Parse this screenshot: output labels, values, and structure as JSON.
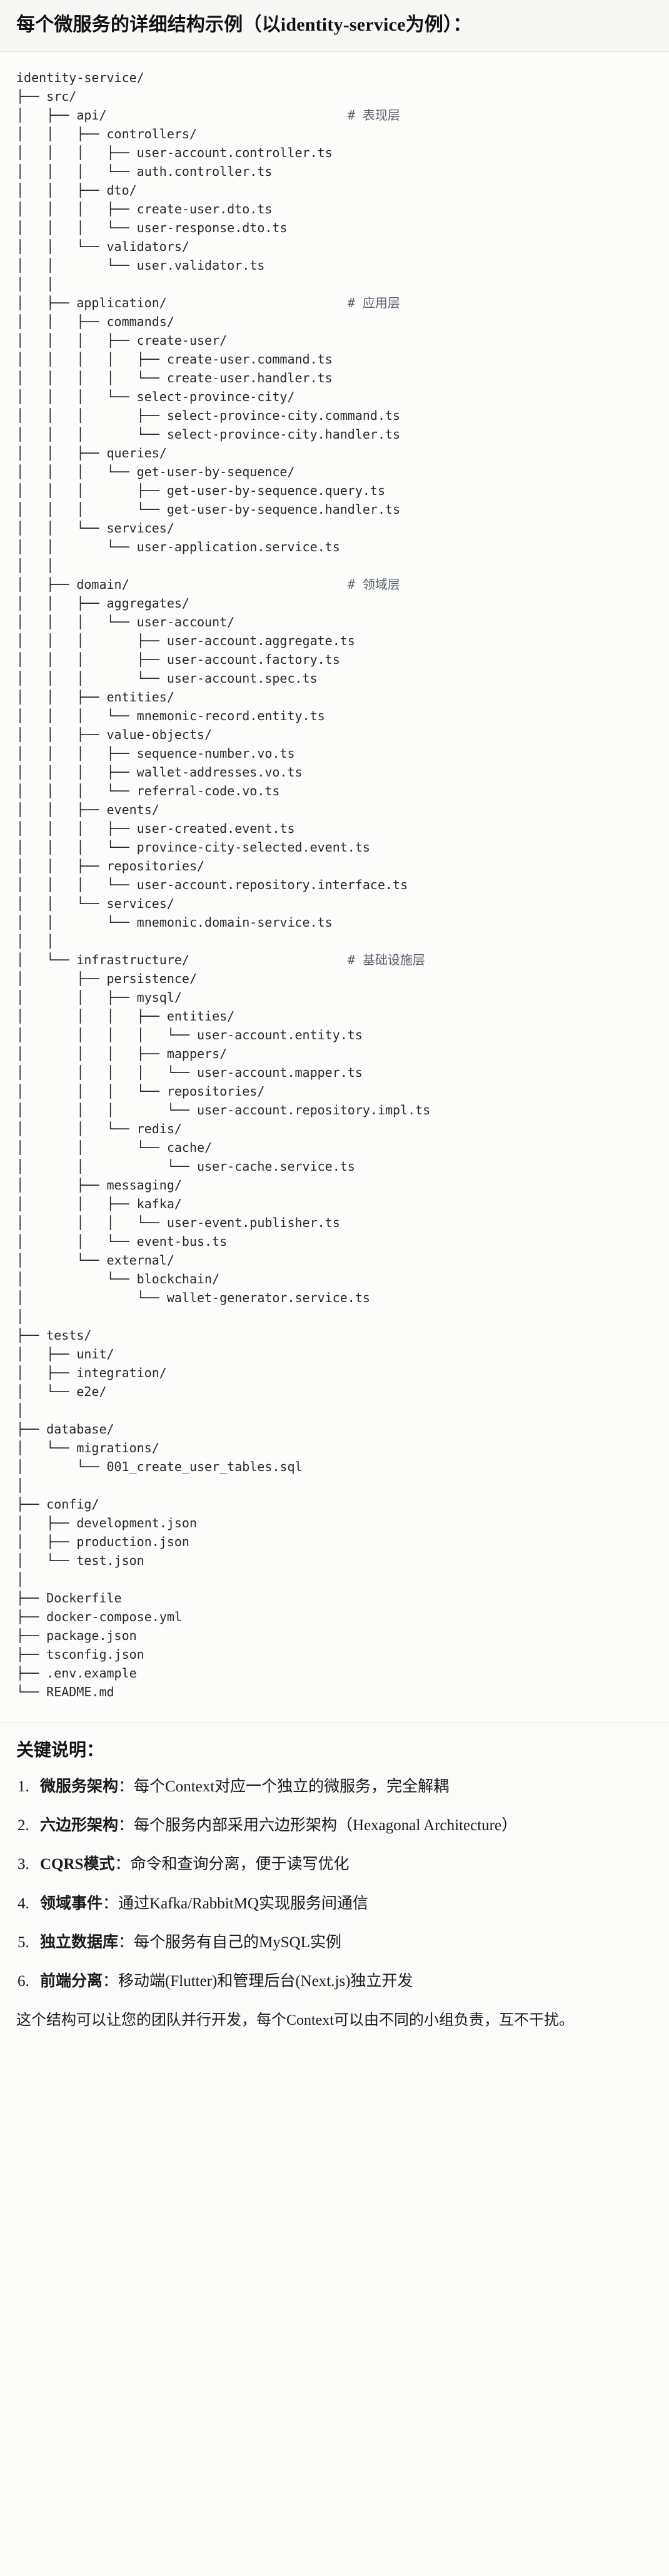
{
  "heading": {
    "title": "每个微服务的详细结构示例（以identity-service为例）："
  },
  "tree": {
    "root": "identity-service/",
    "lines": [
      {
        "text": "identity-service/",
        "comment": ""
      },
      {
        "text": "├── src/",
        "comment": ""
      },
      {
        "text": "│   ├── api/",
        "comment": "# 表现层"
      },
      {
        "text": "│   │   ├── controllers/",
        "comment": ""
      },
      {
        "text": "│   │   │   ├── user-account.controller.ts",
        "comment": ""
      },
      {
        "text": "│   │   │   └── auth.controller.ts",
        "comment": ""
      },
      {
        "text": "│   │   ├── dto/",
        "comment": ""
      },
      {
        "text": "│   │   │   ├── create-user.dto.ts",
        "comment": ""
      },
      {
        "text": "│   │   │   └── user-response.dto.ts",
        "comment": ""
      },
      {
        "text": "│   │   └── validators/",
        "comment": ""
      },
      {
        "text": "│   │       └── user.validator.ts",
        "comment": ""
      },
      {
        "text": "│   │",
        "comment": ""
      },
      {
        "text": "│   ├── application/",
        "comment": "# 应用层"
      },
      {
        "text": "│   │   ├── commands/",
        "comment": ""
      },
      {
        "text": "│   │   │   ├── create-user/",
        "comment": ""
      },
      {
        "text": "│   │   │   │   ├── create-user.command.ts",
        "comment": ""
      },
      {
        "text": "│   │   │   │   └── create-user.handler.ts",
        "comment": ""
      },
      {
        "text": "│   │   │   └── select-province-city/",
        "comment": ""
      },
      {
        "text": "│   │   │       ├── select-province-city.command.ts",
        "comment": ""
      },
      {
        "text": "│   │   │       └── select-province-city.handler.ts",
        "comment": ""
      },
      {
        "text": "│   │   ├── queries/",
        "comment": ""
      },
      {
        "text": "│   │   │   └── get-user-by-sequence/",
        "comment": ""
      },
      {
        "text": "│   │   │       ├── get-user-by-sequence.query.ts",
        "comment": ""
      },
      {
        "text": "│   │   │       └── get-user-by-sequence.handler.ts",
        "comment": ""
      },
      {
        "text": "│   │   └── services/",
        "comment": ""
      },
      {
        "text": "│   │       └── user-application.service.ts",
        "comment": ""
      },
      {
        "text": "│   │",
        "comment": ""
      },
      {
        "text": "│   ├── domain/",
        "comment": "# 领域层"
      },
      {
        "text": "│   │   ├── aggregates/",
        "comment": ""
      },
      {
        "text": "│   │   │   └── user-account/",
        "comment": ""
      },
      {
        "text": "│   │   │       ├── user-account.aggregate.ts",
        "comment": ""
      },
      {
        "text": "│   │   │       ├── user-account.factory.ts",
        "comment": ""
      },
      {
        "text": "│   │   │       └── user-account.spec.ts",
        "comment": ""
      },
      {
        "text": "│   │   ├── entities/",
        "comment": ""
      },
      {
        "text": "│   │   │   └── mnemonic-record.entity.ts",
        "comment": ""
      },
      {
        "text": "│   │   ├── value-objects/",
        "comment": ""
      },
      {
        "text": "│   │   │   ├── sequence-number.vo.ts",
        "comment": ""
      },
      {
        "text": "│   │   │   ├── wallet-addresses.vo.ts",
        "comment": ""
      },
      {
        "text": "│   │   │   └── referral-code.vo.ts",
        "comment": ""
      },
      {
        "text": "│   │   ├── events/",
        "comment": ""
      },
      {
        "text": "│   │   │   ├── user-created.event.ts",
        "comment": ""
      },
      {
        "text": "│   │   │   └── province-city-selected.event.ts",
        "comment": ""
      },
      {
        "text": "│   │   ├── repositories/",
        "comment": ""
      },
      {
        "text": "│   │   │   └── user-account.repository.interface.ts",
        "comment": ""
      },
      {
        "text": "│   │   └── services/",
        "comment": ""
      },
      {
        "text": "│   │       └── mnemonic.domain-service.ts",
        "comment": ""
      },
      {
        "text": "│   │",
        "comment": ""
      },
      {
        "text": "│   └── infrastructure/",
        "comment": "# 基础设施层"
      },
      {
        "text": "│       ├── persistence/",
        "comment": ""
      },
      {
        "text": "│       │   ├── mysql/",
        "comment": ""
      },
      {
        "text": "│       │   │   ├── entities/",
        "comment": ""
      },
      {
        "text": "│       │   │   │   └── user-account.entity.ts",
        "comment": ""
      },
      {
        "text": "│       │   │   ├── mappers/",
        "comment": ""
      },
      {
        "text": "│       │   │   │   └── user-account.mapper.ts",
        "comment": ""
      },
      {
        "text": "│       │   │   └── repositories/",
        "comment": ""
      },
      {
        "text": "│       │   │       └── user-account.repository.impl.ts",
        "comment": ""
      },
      {
        "text": "│       │   └── redis/",
        "comment": ""
      },
      {
        "text": "│       │       └── cache/",
        "comment": ""
      },
      {
        "text": "│       │           └── user-cache.service.ts",
        "comment": ""
      },
      {
        "text": "│       ├── messaging/",
        "comment": ""
      },
      {
        "text": "│       │   ├── kafka/",
        "comment": ""
      },
      {
        "text": "│       │   │   └── user-event.publisher.ts",
        "comment": ""
      },
      {
        "text": "│       │   └── event-bus.ts",
        "comment": ""
      },
      {
        "text": "│       └── external/",
        "comment": ""
      },
      {
        "text": "│           └── blockchain/",
        "comment": ""
      },
      {
        "text": "│               └── wallet-generator.service.ts",
        "comment": ""
      },
      {
        "text": "│",
        "comment": ""
      },
      {
        "text": "├── tests/",
        "comment": ""
      },
      {
        "text": "│   ├── unit/",
        "comment": ""
      },
      {
        "text": "│   ├── integration/",
        "comment": ""
      },
      {
        "text": "│   └── e2e/",
        "comment": ""
      },
      {
        "text": "│",
        "comment": ""
      },
      {
        "text": "├── database/",
        "comment": ""
      },
      {
        "text": "│   └── migrations/",
        "comment": ""
      },
      {
        "text": "│       └── 001_create_user_tables.sql",
        "comment": ""
      },
      {
        "text": "│",
        "comment": ""
      },
      {
        "text": "├── config/",
        "comment": ""
      },
      {
        "text": "│   ├── development.json",
        "comment": ""
      },
      {
        "text": "│   ├── production.json",
        "comment": ""
      },
      {
        "text": "│   └── test.json",
        "comment": ""
      },
      {
        "text": "│",
        "comment": ""
      },
      {
        "text": "├── Dockerfile",
        "comment": ""
      },
      {
        "text": "├── docker-compose.yml",
        "comment": ""
      },
      {
        "text": "├── package.json",
        "comment": ""
      },
      {
        "text": "├── tsconfig.json",
        "comment": ""
      },
      {
        "text": "├── .env.example",
        "comment": ""
      },
      {
        "text": "└── README.md",
        "comment": ""
      }
    ],
    "comment_column": 44
  },
  "notes": {
    "title": "关键说明：",
    "items": [
      {
        "term": "微服务架构",
        "desc": "：每个Context对应一个独立的微服务，完全解耦"
      },
      {
        "term": "六边形架构",
        "desc": "：每个服务内部采用六边形架构（Hexagonal Architecture）"
      },
      {
        "term": "CQRS模式",
        "desc": "：命令和查询分离，便于读写优化"
      },
      {
        "term": "领域事件",
        "desc": "：通过Kafka/RabbitMQ实现服务间通信"
      },
      {
        "term": "独立数据库",
        "desc": "：每个服务有自己的MySQL实例"
      },
      {
        "term": "前端分离",
        "desc": "：移动端(Flutter)和管理后台(Next.js)独立开发"
      }
    ],
    "closing": "这个结构可以让您的团队并行开发，每个Context可以由不同的小组负责，互不干扰。"
  }
}
